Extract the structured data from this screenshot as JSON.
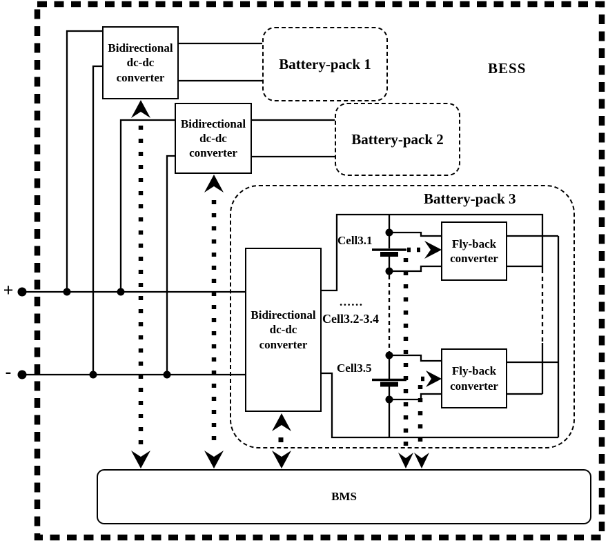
{
  "diagram": {
    "title": "BESS",
    "colors": {
      "ink": "#000000",
      "background": "#ffffff"
    },
    "terminals": {
      "positive": "+",
      "negative": "-"
    },
    "bidirectional_converter": {
      "line1": "Bidirectional",
      "line2": "dc-dc",
      "line3": "converter"
    },
    "flyback_converter": {
      "line1": "Fly-back",
      "line2": "converter"
    },
    "battery_packs": {
      "pack1": "Battery-pack 1",
      "pack2": "Battery-pack 2",
      "pack3": "Battery-pack 3"
    },
    "cells": {
      "cell_3_1": "Cell3.1",
      "ellipsis": "......",
      "cell_3_2_to_3_4": "Cell3.2-3.4",
      "cell_3_5": "Cell3.5"
    },
    "bms": "BMS"
  }
}
